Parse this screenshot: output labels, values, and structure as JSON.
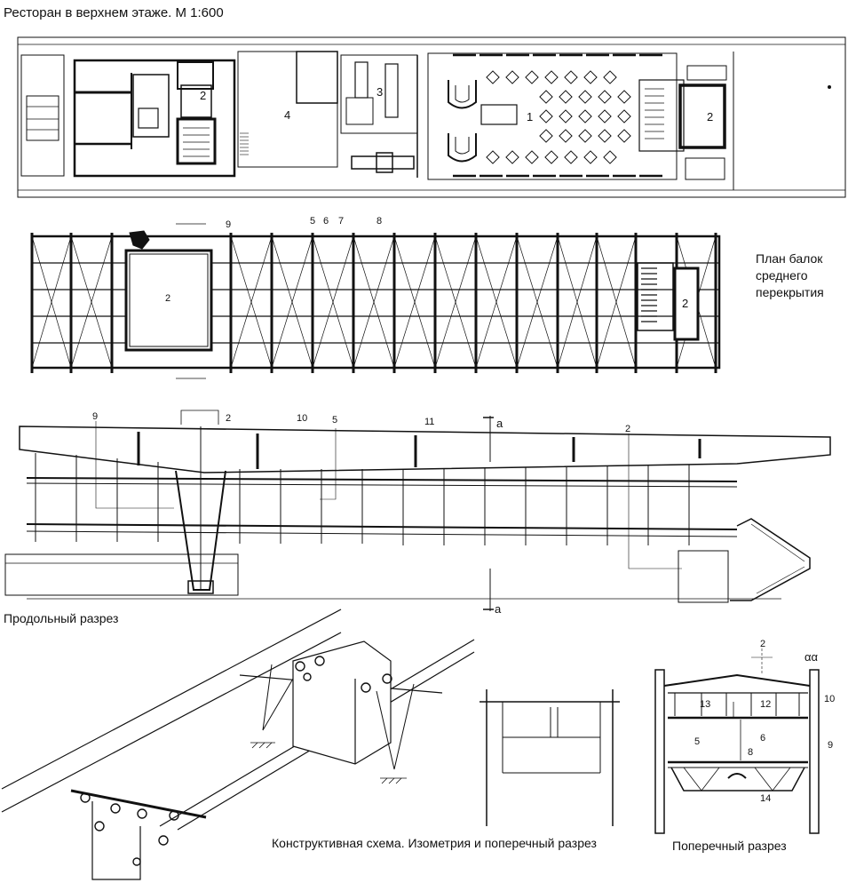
{
  "captions": {
    "main_title": "Ресторан в верхнем этаже. М 1:600",
    "beam_plan": "План балок среднего перекрытия",
    "longitudinal_section": "Продольный разрез",
    "structural_scheme": "Конструктивная схема. Изометрия и поперечный разрез",
    "cross_section": "Поперечный разрез"
  },
  "floor_plan": {
    "labels": {
      "l1": "1",
      "l2a": "2",
      "l2b": "2",
      "l3": "3",
      "l4": "4"
    }
  },
  "beam_plan": {
    "labels": {
      "l2a": "2",
      "l2b": "2",
      "l5": "5",
      "l6": "6",
      "l7": "7",
      "l8": "8",
      "l9": "9"
    }
  },
  "long_section": {
    "labels": {
      "l2a": "2",
      "l2b": "2",
      "l5": "5",
      "l9": "9",
      "l10": "10",
      "l11": "11",
      "a1": "a",
      "a2": "a"
    }
  },
  "cross_section": {
    "labels": {
      "l2": "2",
      "aa": "αα",
      "l5": "5",
      "l6": "6",
      "l8": "8",
      "l9": "9",
      "l10": "10",
      "l12": "12",
      "l13": "13",
      "l14": "14"
    }
  },
  "colors": {
    "ink": "#111111",
    "paper": "#ffffff"
  }
}
